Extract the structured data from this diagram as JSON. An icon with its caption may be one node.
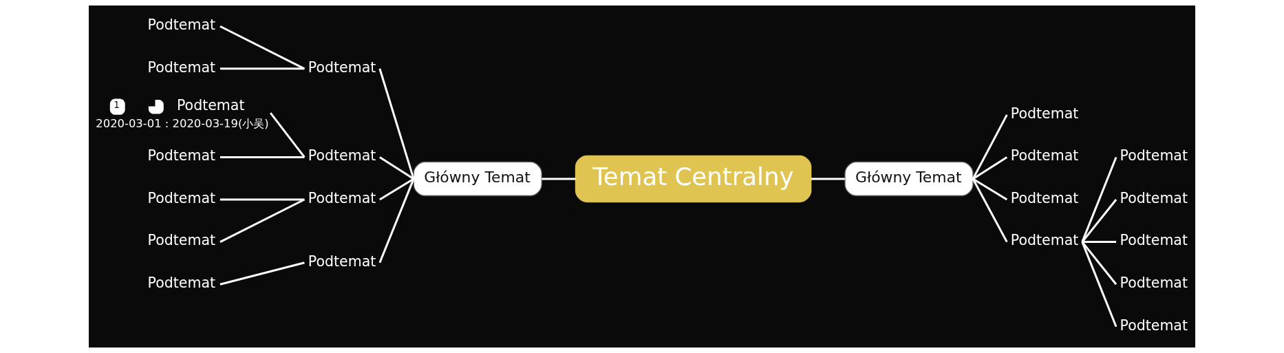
{
  "diagram": {
    "nodes": [
      {
        "text": [
          "Temat Centralny"
        ]
      },
      {
        "text": [
          "Główny Temat"
        ]
      },
      {
        "text": [
          "Podtemat"
        ]
      },
      {
        "text": [
          "Podtemat"
        ]
      },
      {
        "text": [
          "Podtemat"
        ]
      },
      {
        "text": [
          "Podtemat"
        ]
      },
      {
        "text": [
          "Podtemat"
        ]
      },
      {
        "text": [
          "Podtemat"
        ]
      },
      {
        "text": [
          "1",
          "Podtemat"
        ],
        "beside": [
          "2020-03-01 : 2020-03-19(小吴)"
        ]
      },
      {
        "text": [
          "Podtemat"
        ]
      },
      {
        "text": [
          "Podtemat"
        ]
      },
      {
        "text": [
          "Podtemat"
        ]
      },
      {
        "text": [
          "Podtemat"
        ]
      },
      {
        "text": [
          "Główny Temat"
        ]
      },
      {
        "text": [
          "Podtemat"
        ]
      },
      {
        "text": [
          "Podtemat"
        ]
      },
      {
        "text": [
          "Podtemat"
        ]
      },
      {
        "text": [
          "Podtemat"
        ]
      },
      {
        "text": [
          "Podtemat"
        ]
      },
      {
        "text": [
          "Podtemat"
        ]
      },
      {
        "text": [
          "Podtemat"
        ]
      },
      {
        "text": [
          "Podtemat"
        ]
      },
      {
        "text": [
          "Podtemat"
        ]
      }
    ],
    "edges": [
      {
        "from": 6,
        "to": 2,
        "arrow": "none"
      },
      {
        "from": 7,
        "to": 2,
        "arrow": "none"
      },
      {
        "from": 8,
        "to": 3,
        "arrow": "none"
      },
      {
        "from": 9,
        "to": 3,
        "arrow": "none"
      },
      {
        "from": 10,
        "to": 4,
        "arrow": "none"
      },
      {
        "from": 11,
        "to": 4,
        "arrow": "none"
      },
      {
        "from": 12,
        "to": 5,
        "arrow": "none"
      },
      {
        "from": 2,
        "to": 1,
        "arrow": "none"
      },
      {
        "from": 3,
        "to": 1,
        "arrow": "none"
      },
      {
        "from": 4,
        "to": 1,
        "arrow": "none"
      },
      {
        "from": 5,
        "to": 1,
        "arrow": "none"
      },
      {
        "from": 1,
        "to": 0,
        "arrow": "none"
      },
      {
        "from": 0,
        "to": 13,
        "arrow": "none"
      },
      {
        "from": 13,
        "to": 14,
        "arrow": "none"
      },
      {
        "from": 13,
        "to": 15,
        "arrow": "none"
      },
      {
        "from": 13,
        "to": 16,
        "arrow": "none"
      },
      {
        "from": 13,
        "to": 17,
        "arrow": "none"
      },
      {
        "from": 17,
        "to": 18,
        "arrow": "none"
      },
      {
        "from": 17,
        "to": 19,
        "arrow": "none"
      },
      {
        "from": 17,
        "to": 20,
        "arrow": "none"
      },
      {
        "from": 17,
        "to": 21,
        "arrow": "none"
      },
      {
        "from": 17,
        "to": 22,
        "arrow": "none"
      }
    ]
  }
}
